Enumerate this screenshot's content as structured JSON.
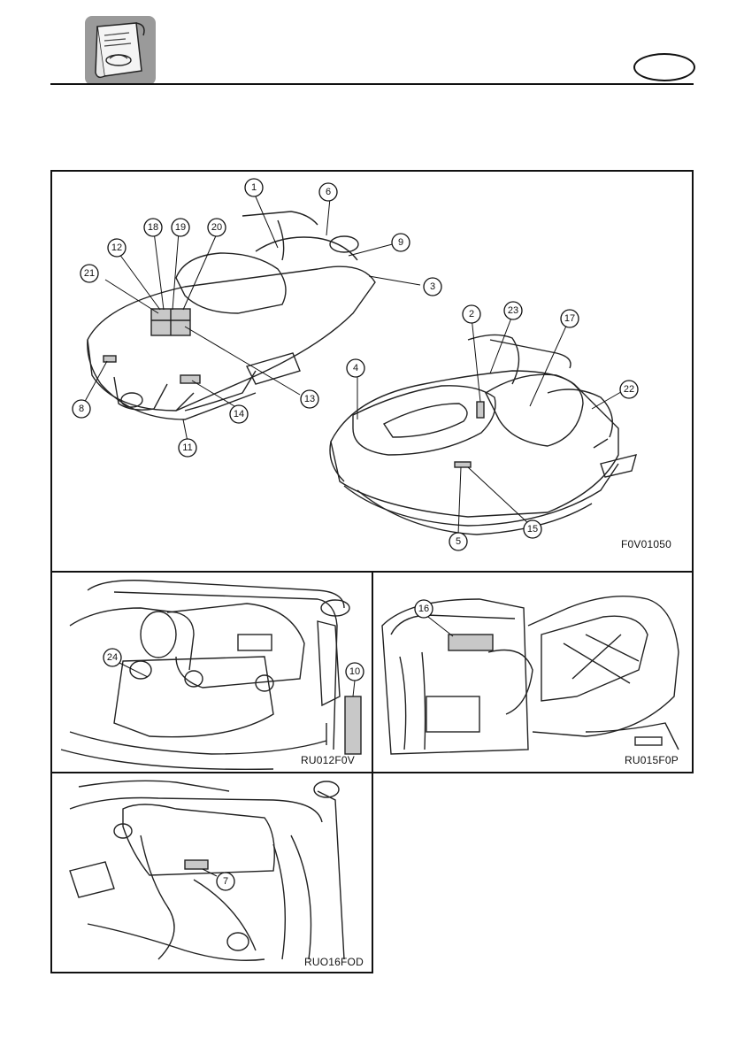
{
  "header": {
    "icon": "manual-book-icon",
    "region_oval_text": ""
  },
  "figures": {
    "main": {
      "code": "F0V01050",
      "callouts": [
        "1",
        "2",
        "3",
        "4",
        "5",
        "6",
        "8",
        "9",
        "11",
        "12",
        "13",
        "14",
        "15",
        "17",
        "18",
        "19",
        "20",
        "21",
        "22",
        "23"
      ]
    },
    "engine": {
      "code": "RU012F0V",
      "callouts": [
        "10",
        "24"
      ]
    },
    "storage": {
      "code": "RU015F0P",
      "callouts": [
        "16"
      ]
    },
    "harness": {
      "code": "RUO16FOD",
      "callouts": [
        "7"
      ]
    }
  }
}
